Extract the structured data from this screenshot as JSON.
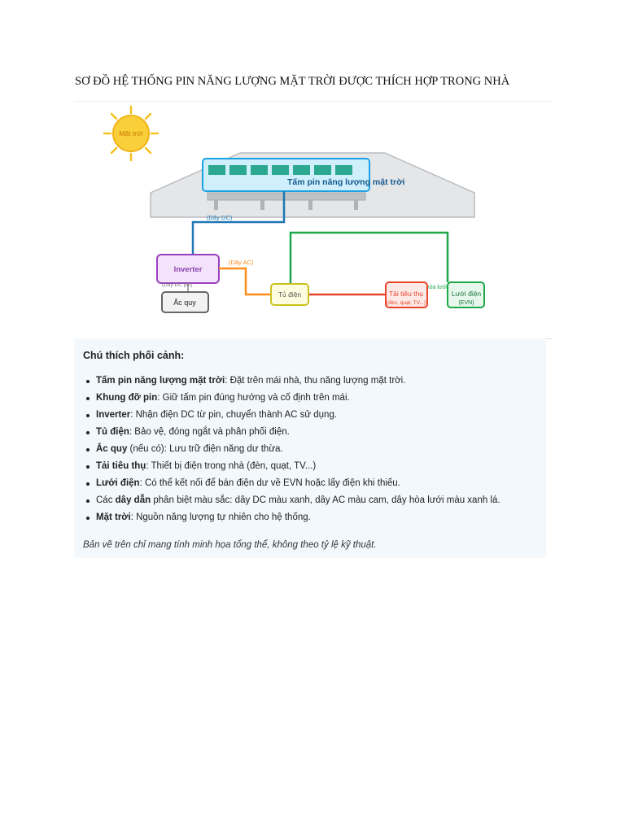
{
  "title": "SƠ ĐỒ HỆ THỐNG PIN NĂNG LƯỢNG MẶT TRỜI ĐƯỢC THÍCH HỢP TRONG NHÀ",
  "diagram": {
    "sun_label": "Mặt trời",
    "panel_label": "Tấm pin năng lượng mặt trời",
    "dc_wire_label": "(Dây DC)",
    "inverter_label": "Inverter",
    "ac_wire_label": "(Dây AC)",
    "battery_wire_label": "(Dây DC pin)",
    "battery_label": "Ắc quy",
    "cabinet_label": "Tủ điện",
    "load_label": "Tải tiêu thụ",
    "load_sub": "(đèn, quạt, TV...)",
    "grid_wire_label": "(Dây hòa lưới)",
    "grid_label": "Lưới điện",
    "grid_sub": "(EVN)",
    "colors": {
      "dc_wire": "#1f77b4",
      "ac_wire": "#ff8c1a",
      "grid_wire": "#1fa84b",
      "load_wire": "#e8452c",
      "inverter": "#8e44ad",
      "panel": "#1ba1e2",
      "sun": "#f7c52a"
    }
  },
  "legend": {
    "heading": "Chú thích phối cảnh:",
    "items": [
      {
        "term": "Tấm pin năng lượng mặt trời",
        "desc": ": Đặt trên mái nhà, thu năng lượng mặt trời."
      },
      {
        "term": "Khung đỡ pin",
        "desc": ": Giữ tấm pin đúng hướng và cố định trên mái."
      },
      {
        "term": "Inverter",
        "desc": ": Nhận điện DC từ pin, chuyển thành AC sử dụng."
      },
      {
        "term": "Tủ điện",
        "desc": ": Bảo vệ, đóng ngắt và phân phối điện."
      },
      {
        "term": "Ắc quy",
        "desc": " (nếu có): Lưu trữ điện năng dư thừa."
      },
      {
        "term": "Tải tiêu thụ",
        "desc": ": Thiết bị điện trong nhà (đèn, quạt, TV...)"
      },
      {
        "term": "Lưới điện",
        "desc": ": Có thể kết nối để bán điện dư về EVN hoặc lấy điện khi thiếu."
      },
      {
        "pre": "Các ",
        "term": "dây dẫn",
        "desc": " phân biệt màu sắc: dây DC màu xanh, dây AC màu cam, dây hòa lưới màu xanh lá."
      },
      {
        "term": "Mặt trời",
        "desc": ": Nguồn năng lượng tự nhiên cho hệ thống."
      }
    ],
    "note": "Bản vẽ trên chỉ mang tính minh họa tổng thể, không theo tỷ lệ kỹ thuật."
  }
}
